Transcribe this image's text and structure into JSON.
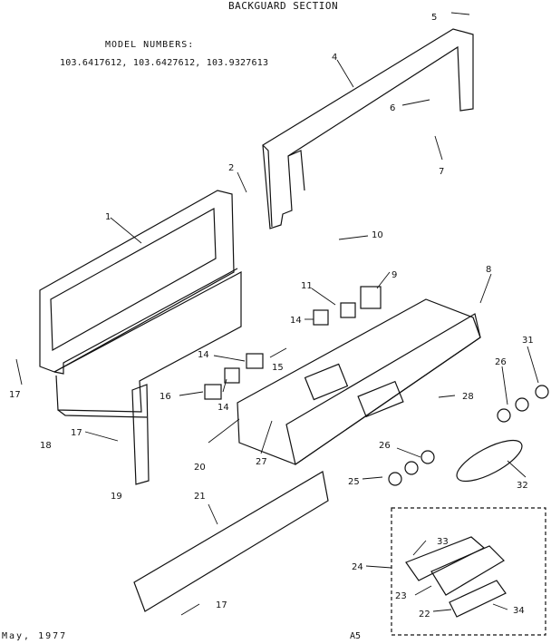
{
  "title": "BACKGUARD SECTION",
  "model_header": "MODEL NUMBERS:",
  "model_numbers": "103.6417612, 103.6427612, 103.9327613",
  "footer_date": "May, 1977",
  "footer_page": "A5",
  "callouts": [
    "1",
    "2",
    "4",
    "5",
    "6",
    "7",
    "8",
    "9",
    "10",
    "11",
    "14",
    "14",
    "14",
    "15",
    "16",
    "17",
    "17",
    "17",
    "18",
    "19",
    "20",
    "21",
    "22",
    "23",
    "24",
    "25",
    "26",
    "26",
    "27",
    "28",
    "31",
    "32",
    "33",
    "34"
  ]
}
